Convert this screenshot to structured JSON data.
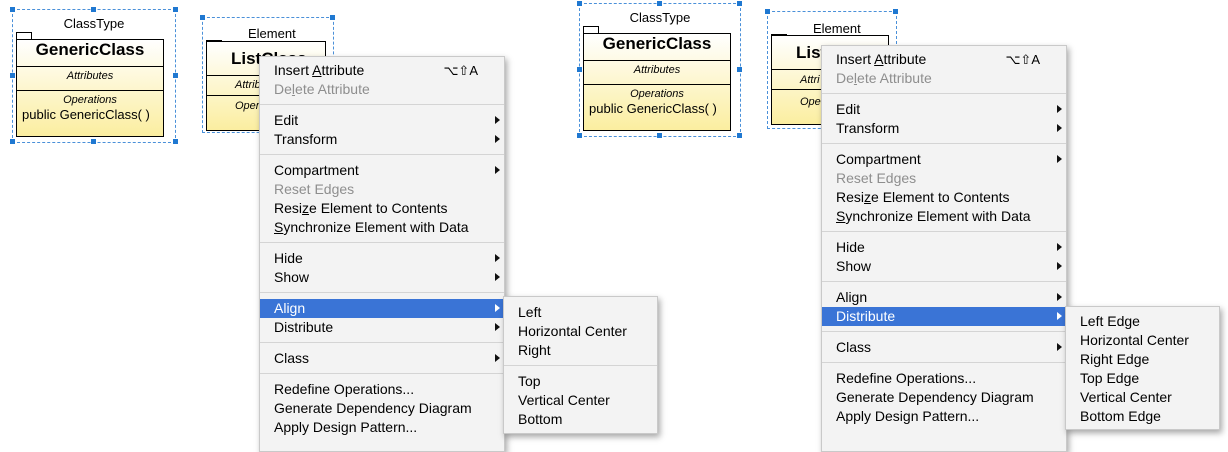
{
  "left": {
    "class_type": {
      "stereotype": "ClassType",
      "name": "GenericClass",
      "attributes_label": "Attributes",
      "operations_label": "Operations",
      "operation": "public GenericClass( )"
    },
    "element": {
      "stereotype": "Element",
      "name_partial": "ListClass",
      "attributes_label": "Attrib",
      "operations_label": "Operati"
    },
    "menu": {
      "insert_attribute": {
        "pre": "Insert ",
        "ul": "A",
        "post": "ttribute",
        "shortcut": "⌥⇧A"
      },
      "delete_attribute": {
        "pre": "De",
        "ul": "l",
        "post": "ete Attribute"
      },
      "edit": "Edit",
      "transform": "Transform",
      "compartment": "Compartment",
      "reset_edges": "Reset Edges",
      "resize": {
        "pre": "Resi",
        "ul": "z",
        "post": "e Element to Contents"
      },
      "synchronize": {
        "pre": "",
        "ul": "S",
        "post": "ynchronize Element with Data"
      },
      "hide": "Hide",
      "show": "Show",
      "align": "Align",
      "distribute": "Distribute",
      "class": "Class",
      "redefine": "Redefine Operations...",
      "generate": "Generate Dependency Diagram",
      "apply": "Apply Design Pattern..."
    },
    "submenu": [
      "Left",
      "Horizontal Center",
      "Right",
      "Top",
      "Vertical Center",
      "Bottom"
    ]
  },
  "right": {
    "class_type": {
      "stereotype": "ClassType",
      "name": "GenericClass",
      "attributes_label": "Attributes",
      "operations_label": "Operations",
      "operation": "public GenericClass( )"
    },
    "element": {
      "stereotype": "Element",
      "name_partial": "ListClass",
      "attributes_label": "Attri",
      "operations_label": "Ope"
    },
    "menu": {
      "insert_attribute": {
        "pre": "Insert ",
        "ul": "A",
        "post": "ttribute",
        "shortcut": "⌥⇧A"
      },
      "delete_attribute": {
        "pre": "De",
        "ul": "l",
        "post": "ete Attribute"
      },
      "edit": "Edit",
      "transform": "Transform",
      "compartment": "Compartment",
      "reset_edges": "Reset Edges",
      "resize": {
        "pre": "Resi",
        "ul": "z",
        "post": "e Element to Contents"
      },
      "synchronize": {
        "pre": "",
        "ul": "S",
        "post": "ynchronize Element with Data"
      },
      "hide": "Hide",
      "show": "Show",
      "align": "Align",
      "distribute": "Distribute",
      "class": "Class",
      "redefine": "Redefine Operations...",
      "generate": "Generate Dependency Diagram",
      "apply": "Apply Design Pattern..."
    },
    "submenu": [
      "Left Edge",
      "Horizontal Center",
      "Right Edge",
      "Top Edge",
      "Vertical Center",
      "Bottom Edge"
    ]
  },
  "colors": {
    "highlight": "#3a74d6",
    "selection": "#1f78d1",
    "class_fill": "#fbeea0"
  }
}
